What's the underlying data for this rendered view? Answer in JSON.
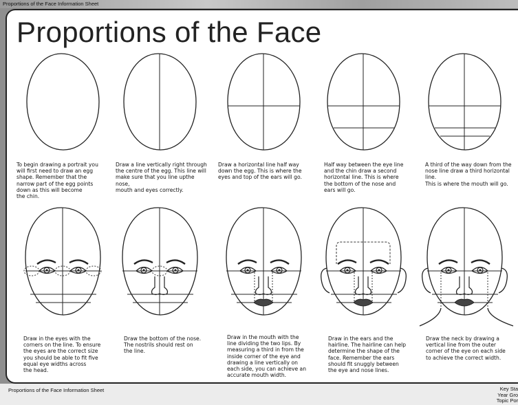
{
  "header": {
    "sheet_label": "Proportions of the Face Information Sheet",
    "title": "Proportions of the Face"
  },
  "steps": [
    {
      "caption": "To begin drawing a portrait you\nwill first need to draw an egg\nshape. Remember that the\nnarrow part of the egg points\ndown as this will become\nthe chin."
    },
    {
      "caption": "Draw a line vertically right through\nthe centre of the egg. This line will\nmake sure that you line upthe nose,\nmouth and eyes correctly."
    },
    {
      "caption": "Draw a horizontal line half way\ndown the egg. This is where the\neyes and top of the ears will go."
    },
    {
      "caption": "Half way between the eye line\nand the chin draw a second\nhorizontal line. This is where\nthe bottom of the nose and\nears will go."
    },
    {
      "caption": "A third of the way down from the\nnose line draw a third horizontal line.\nThis is where the mouth will go."
    },
    {
      "caption": "Draw in the eyes with the\ncorners on the line. To ensure\nthe eyes are the correct size\nyou should be able to fit five\nequal eye widths across\nthe head."
    },
    {
      "caption": "Draw the bottom of the nose.\nThe nostrils should rest on\nthe line."
    },
    {
      "caption": "Draw in the mouth with the\nline dividing the two lips. By\nmeasuring a third in from the\ninside corner of the eye and\ndrawing a line vertically on\neach side, you can achieve an\naccurate mouth width."
    },
    {
      "caption": "Draw in the ears and the\nhairline. The hairline can help\ndetermine the shape of the\nface. Remember the ears\nshould fit snuggly between\nthe eye and nose lines."
    },
    {
      "caption": "Draw the neck by drawing a\nvertical line from the outer\ncorner of the eye on each side\nto achieve the correct width."
    }
  ],
  "footer": {
    "sheet_label": "Proportions of the Face Information Sheet",
    "right_text": "Key Sta\nYear Gro\nTopic Por"
  },
  "colors": {
    "ink": "#222222",
    "paper": "#ffffff",
    "background": "#8f8f8f"
  }
}
